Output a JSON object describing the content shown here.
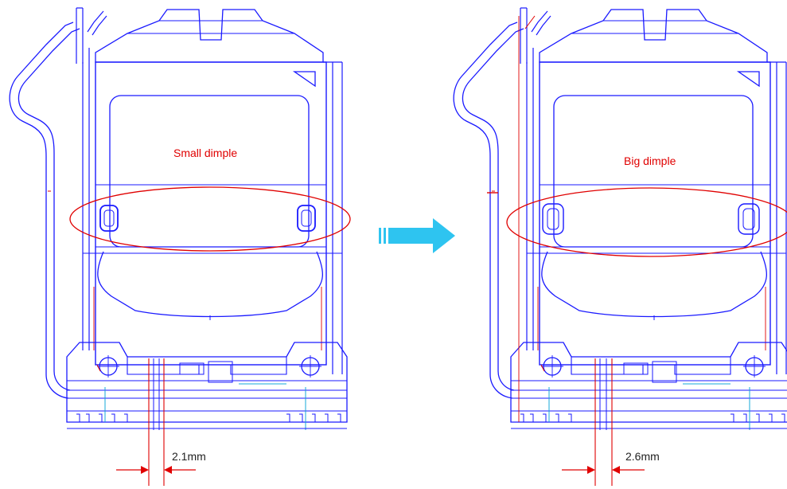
{
  "colors": {
    "line": "#1a1aff",
    "accent": "#e00000",
    "arrow": "#2ec4f0",
    "cyan": "#14a8d8"
  },
  "left_panel": {
    "label": "Small dimple",
    "dimension": "2.1mm"
  },
  "right_panel": {
    "label": "Big dimple",
    "dimension": "2.6mm"
  },
  "transition_icon": "right-arrow-icon"
}
